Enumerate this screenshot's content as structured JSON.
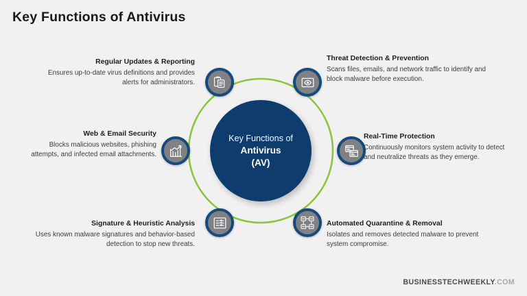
{
  "page": {
    "title": "Key Functions of Antivirus",
    "background_color": "#f1f1f1"
  },
  "center": {
    "line1": "Key Functions of",
    "line2": "Antivirus",
    "line3": "(AV)",
    "fill_color": "#0e3d6d",
    "text_color": "#ffffff"
  },
  "ring": {
    "color": "#8cc63f",
    "stroke_width": 2.6
  },
  "nodes": [
    {
      "id": "updates",
      "icon": "clipboard-report-icon"
    },
    {
      "id": "threat",
      "icon": "eye-scan-monitor-icon"
    },
    {
      "id": "web",
      "icon": "bar-chart-growth-icon"
    },
    {
      "id": "realtime",
      "icon": "browser-windows-icon"
    },
    {
      "id": "signature",
      "icon": "checklist-document-icon"
    },
    {
      "id": "quarantine",
      "icon": "network-nodes-icon"
    }
  ],
  "node_style": {
    "fill_color": "#808184",
    "ring_color": "#174a7c",
    "icon_color": "#ffffff"
  },
  "blocks": {
    "updates": {
      "title": "Regular Updates & Reporting",
      "desc": "Ensures up-to-date virus definitions and provides alerts for administrators."
    },
    "web": {
      "title": "Web & Email Security",
      "desc": "Blocks malicious websites, phishing attempts, and infected email attachments."
    },
    "signature": {
      "title": "Signature & Heuristic Analysis",
      "desc": "Uses known malware signatures and behavior-based detection to stop new threats."
    },
    "threat": {
      "title": "Threat Detection & Prevention",
      "desc": "Scans files, emails, and network traffic to identify and block malware before execution."
    },
    "realtime": {
      "title": "Real-Time Protection",
      "desc": "Continuously monitors system activity to detect and neutralize threats as they emerge."
    },
    "quarantine": {
      "title": "Automated Quarantine & Removal",
      "desc": "Isolates and removes detected malware to prevent system compromise."
    }
  },
  "footer": {
    "brand": "BUSINESSTECHWEEKLY",
    "tld": ".COM"
  }
}
